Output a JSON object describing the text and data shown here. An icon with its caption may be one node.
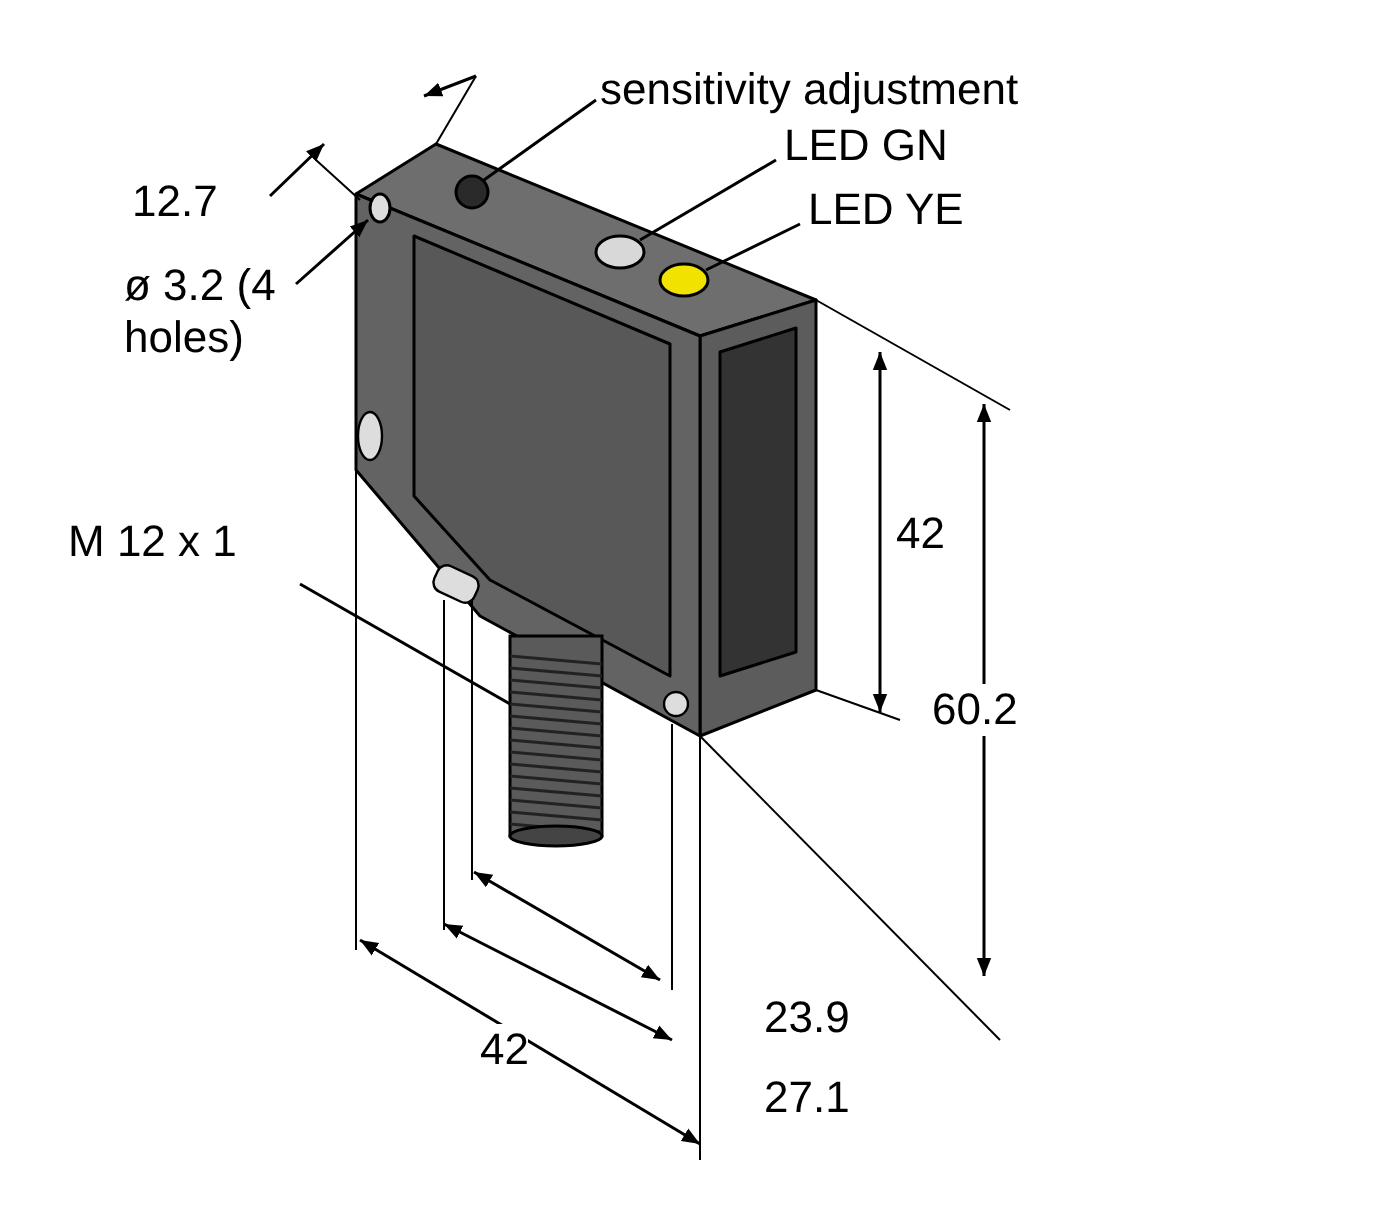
{
  "diagram": {
    "nodes": [
      {
        "text": [
          "sensitivity adjustment"
        ]
      },
      {
        "text": [],
        "shape": "circle"
      },
      {
        "text": [
          "LED GN"
        ]
      },
      {
        "text": [],
        "shape": "circle"
      },
      {
        "text": [
          "LED YE"
        ]
      },
      {
        "text": [],
        "shape": "circle"
      },
      {
        "text": [
          "ø 3.2 (4 holes)"
        ]
      },
      {
        "text": [],
        "shape": "circle"
      },
      {
        "text": [
          "M 12 x 1"
        ]
      },
      {
        "text": [],
        "shape": "cylinder"
      }
    ],
    "edges": [
      {
        "from": 0,
        "to": 1,
        "arrow": "none"
      },
      {
        "from": 2,
        "to": 3,
        "arrow": "none"
      },
      {
        "from": 4,
        "to": 5,
        "arrow": "none"
      },
      {
        "from": 6,
        "to": 7,
        "arrow": "to"
      },
      {
        "from": 8,
        "to": 9,
        "arrow": "none"
      }
    ],
    "labels": [
      "12.7",
      "42",
      "60.2",
      "42",
      "23.9",
      "27.1"
    ]
  }
}
